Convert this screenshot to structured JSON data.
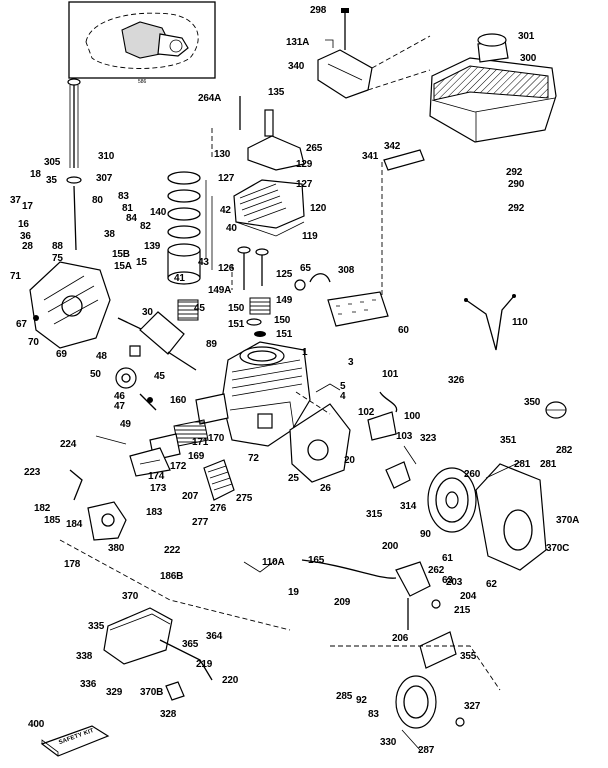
{
  "inset": {
    "caption": "586"
  },
  "product_box_text": "SAFETY KIT",
  "parts": [
    {
      "id": "p-298",
      "label": "298"
    },
    {
      "id": "p-131a",
      "label": "131A"
    },
    {
      "id": "p-340",
      "label": "340"
    },
    {
      "id": "p-301",
      "label": "301"
    },
    {
      "id": "p-300",
      "label": "300"
    },
    {
      "id": "p-264a",
      "label": "264A"
    },
    {
      "id": "p-135",
      "label": "135"
    },
    {
      "id": "p-310",
      "label": "310"
    },
    {
      "id": "p-265",
      "label": "265"
    },
    {
      "id": "p-342",
      "label": "342"
    },
    {
      "id": "p-341",
      "label": "341"
    },
    {
      "id": "p-305",
      "label": "305"
    },
    {
      "id": "p-307",
      "label": "307"
    },
    {
      "id": "p-130",
      "label": "130"
    },
    {
      "id": "p-129",
      "label": "129"
    },
    {
      "id": "p-127a",
      "label": "127"
    },
    {
      "id": "p-127b",
      "label": "127"
    },
    {
      "id": "p-292a",
      "label": "292"
    },
    {
      "id": "p-290",
      "label": "290"
    },
    {
      "id": "p-292b",
      "label": "292"
    },
    {
      "id": "p-18",
      "label": "18"
    },
    {
      "id": "p-35",
      "label": "35"
    },
    {
      "id": "p-37",
      "label": "37"
    },
    {
      "id": "p-17",
      "label": "17"
    },
    {
      "id": "p-80",
      "label": "80"
    },
    {
      "id": "p-83",
      "label": "83"
    },
    {
      "id": "p-81",
      "label": "81"
    },
    {
      "id": "p-84",
      "label": "84"
    },
    {
      "id": "p-82",
      "label": "82"
    },
    {
      "id": "p-140",
      "label": "140"
    },
    {
      "id": "p-42",
      "label": "42"
    },
    {
      "id": "p-120",
      "label": "120"
    },
    {
      "id": "p-16",
      "label": "16"
    },
    {
      "id": "p-40",
      "label": "40"
    },
    {
      "id": "p-119",
      "label": "119"
    },
    {
      "id": "p-38",
      "label": "38"
    },
    {
      "id": "p-36",
      "label": "36"
    },
    {
      "id": "p-28",
      "label": "28"
    },
    {
      "id": "p-88",
      "label": "88"
    },
    {
      "id": "p-75",
      "label": "75"
    },
    {
      "id": "p-139",
      "label": "139"
    },
    {
      "id": "p-15b",
      "label": "15B"
    },
    {
      "id": "p-15",
      "label": "15"
    },
    {
      "id": "p-15a",
      "label": "15A"
    },
    {
      "id": "p-43",
      "label": "43"
    },
    {
      "id": "p-126",
      "label": "126"
    },
    {
      "id": "p-125",
      "label": "125"
    },
    {
      "id": "p-65",
      "label": "65"
    },
    {
      "id": "p-308",
      "label": "308"
    },
    {
      "id": "p-71",
      "label": "71"
    },
    {
      "id": "p-41",
      "label": "41"
    },
    {
      "id": "p-149a",
      "label": "149A"
    },
    {
      "id": "p-149",
      "label": "149"
    },
    {
      "id": "p-45a",
      "label": "45"
    },
    {
      "id": "p-150a",
      "label": "150"
    },
    {
      "id": "p-150b",
      "label": "150"
    },
    {
      "id": "p-30",
      "label": "30"
    },
    {
      "id": "p-67",
      "label": "67"
    },
    {
      "id": "p-151a",
      "label": "151"
    },
    {
      "id": "p-151b",
      "label": "151"
    },
    {
      "id": "p-60",
      "label": "60"
    },
    {
      "id": "p-110",
      "label": "110"
    },
    {
      "id": "p-70",
      "label": "70"
    },
    {
      "id": "p-69",
      "label": "69"
    },
    {
      "id": "p-89",
      "label": "89"
    },
    {
      "id": "p-48",
      "label": "48"
    },
    {
      "id": "p-1",
      "label": "1"
    },
    {
      "id": "p-3",
      "label": "3"
    },
    {
      "id": "p-50",
      "label": "50"
    },
    {
      "id": "p-45b",
      "label": "45"
    },
    {
      "id": "p-101",
      "label": "101"
    },
    {
      "id": "p-326",
      "label": "326"
    },
    {
      "id": "p-5",
      "label": "5"
    },
    {
      "id": "p-46",
      "label": "46"
    },
    {
      "id": "p-4",
      "label": "4"
    },
    {
      "id": "p-160",
      "label": "160"
    },
    {
      "id": "p-47",
      "label": "47"
    },
    {
      "id": "p-350",
      "label": "350"
    },
    {
      "id": "p-102",
      "label": "102"
    },
    {
      "id": "p-100",
      "label": "100"
    },
    {
      "id": "p-49",
      "label": "49"
    },
    {
      "id": "p-103",
      "label": "103"
    },
    {
      "id": "p-323",
      "label": "323"
    },
    {
      "id": "p-170",
      "label": "170"
    },
    {
      "id": "p-171",
      "label": "171"
    },
    {
      "id": "p-351",
      "label": "351"
    },
    {
      "id": "p-224",
      "label": "224"
    },
    {
      "id": "p-282",
      "label": "282"
    },
    {
      "id": "p-169",
      "label": "169"
    },
    {
      "id": "p-172",
      "label": "172"
    },
    {
      "id": "p-72",
      "label": "72"
    },
    {
      "id": "p-20",
      "label": "20"
    },
    {
      "id": "p-281a",
      "label": "281"
    },
    {
      "id": "p-281b",
      "label": "281"
    },
    {
      "id": "p-223",
      "label": "223"
    },
    {
      "id": "p-174",
      "label": "174"
    },
    {
      "id": "p-25",
      "label": "25"
    },
    {
      "id": "p-26",
      "label": "26"
    },
    {
      "id": "p-260",
      "label": "260"
    },
    {
      "id": "p-173",
      "label": "173"
    },
    {
      "id": "p-207",
      "label": "207"
    },
    {
      "id": "p-275",
      "label": "275"
    },
    {
      "id": "p-182",
      "label": "182"
    },
    {
      "id": "p-315",
      "label": "315"
    },
    {
      "id": "p-314",
      "label": "314"
    },
    {
      "id": "p-370a",
      "label": "370A"
    },
    {
      "id": "p-183",
      "label": "183"
    },
    {
      "id": "p-276",
      "label": "276"
    },
    {
      "id": "p-185",
      "label": "185"
    },
    {
      "id": "p-184",
      "label": "184"
    },
    {
      "id": "p-277",
      "label": "277"
    },
    {
      "id": "p-90",
      "label": "90"
    },
    {
      "id": "p-370c",
      "label": "370C"
    },
    {
      "id": "p-380",
      "label": "380"
    },
    {
      "id": "p-222",
      "label": "222"
    },
    {
      "id": "p-200",
      "label": "200"
    },
    {
      "id": "p-178",
      "label": "178"
    },
    {
      "id": "p-165",
      "label": "165"
    },
    {
      "id": "p-110a",
      "label": "110A"
    },
    {
      "id": "p-61",
      "label": "61"
    },
    {
      "id": "p-262",
      "label": "262"
    },
    {
      "id": "p-63",
      "label": "63"
    },
    {
      "id": "p-62",
      "label": "62"
    },
    {
      "id": "p-186b",
      "label": "186B"
    },
    {
      "id": "p-203",
      "label": "203"
    },
    {
      "id": "p-19",
      "label": "19"
    },
    {
      "id": "p-209",
      "label": "209"
    },
    {
      "id": "p-204",
      "label": "204"
    },
    {
      "id": "p-215",
      "label": "215"
    },
    {
      "id": "p-370",
      "label": "370"
    },
    {
      "id": "p-335",
      "label": "335"
    },
    {
      "id": "p-364",
      "label": "364"
    },
    {
      "id": "p-206",
      "label": "206"
    },
    {
      "id": "p-365",
      "label": "365"
    },
    {
      "id": "p-338",
      "label": "338"
    },
    {
      "id": "p-355",
      "label": "355"
    },
    {
      "id": "p-219",
      "label": "219"
    },
    {
      "id": "p-336",
      "label": "336"
    },
    {
      "id": "p-220",
      "label": "220"
    },
    {
      "id": "p-329",
      "label": "329"
    },
    {
      "id": "p-370b",
      "label": "370B"
    },
    {
      "id": "p-285",
      "label": "285"
    },
    {
      "id": "p-92",
      "label": "92"
    },
    {
      "id": "p-328",
      "label": "328"
    },
    {
      "id": "p-83b",
      "label": "83"
    },
    {
      "id": "p-327",
      "label": "327"
    },
    {
      "id": "p-400",
      "label": "400"
    },
    {
      "id": "p-330",
      "label": "330"
    },
    {
      "id": "p-287",
      "label": "287"
    }
  ]
}
